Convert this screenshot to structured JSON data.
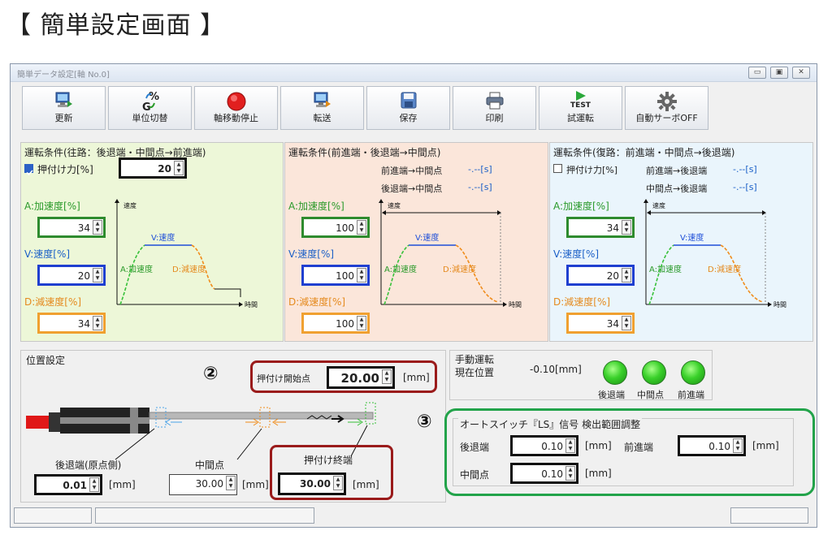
{
  "page": {
    "heading": "【 簡単設定画面 】"
  },
  "window": {
    "title": "簡単データ設定[軸 No.0]",
    "controls": [
      "▭",
      "▣",
      "✕"
    ]
  },
  "toolbar": [
    {
      "id": "update",
      "label": "更新",
      "icon": "monitor-icon"
    },
    {
      "id": "unit",
      "label": "単位切替",
      "icon": "unit-toggle-icon"
    },
    {
      "id": "stop",
      "label": "軸移動停止",
      "icon": "stop-icon",
      "color": "#d81e1e"
    },
    {
      "id": "transfer",
      "label": "転送",
      "icon": "transfer-icon"
    },
    {
      "id": "save",
      "label": "保存",
      "icon": "save-icon"
    },
    {
      "id": "print",
      "label": "印刷",
      "icon": "print-icon"
    },
    {
      "id": "test",
      "label": "試運転",
      "icon_text": "TEST",
      "icon": "play-icon",
      "color": "#2aa83a"
    },
    {
      "id": "servo",
      "label": "自動サーボOFF",
      "icon": "gear-icon"
    }
  ],
  "panels": {
    "forward": {
      "title": "運転条件(往路：後退端・中間点→前進端)",
      "push_checkbox_label": "押付け力[%]",
      "push_checked": true,
      "push_value": "20",
      "accel_label": "A:加速度[%]",
      "accel_value": "34",
      "speed_label": "V:速度[%]",
      "speed_value": "20",
      "decel_label": "D:減速度[%]",
      "decel_value": "34",
      "chart": {
        "y_label": "速度",
        "x_label": "時間",
        "v_label": "V:速度",
        "a_label": "A:加速度",
        "d_label": "D:減速度"
      },
      "bg": "#edf7d8"
    },
    "middle": {
      "title": "運転条件(前進端・後退端→中間点)",
      "line1_label": "前進端→中間点",
      "line1_value": "-.--[s]",
      "line2_label": "後退端→中間点",
      "line2_value": "-.--[s]",
      "accel_label": "A:加速度[%]",
      "accel_value": "100",
      "speed_label": "V:速度[%]",
      "speed_value": "100",
      "decel_label": "D:減速度[%]",
      "decel_value": "100",
      "chart": {
        "y_label": "速度",
        "x_label": "時間",
        "v_label": "V:速度",
        "a_label": "A:加速度",
        "d_label": "D:減速度"
      },
      "bg": "#fbe6da"
    },
    "backward": {
      "title": "運転条件(復路：前進端・中間点→後退端)",
      "push_checkbox_label": "押付け力[%]",
      "push_checked": false,
      "line1_label": "前進端→後退端",
      "line1_value": "-.--[s]",
      "line2_label": "中間点→後退端",
      "line2_value": "-.--[s]",
      "accel_label": "A:加速度[%]",
      "accel_value": "34",
      "speed_label": "V:速度[%]",
      "speed_value": "20",
      "decel_label": "D:減速度[%]",
      "decel_value": "34",
      "chart": {
        "y_label": "速度",
        "x_label": "時間",
        "v_label": "V:速度",
        "a_label": "A:加速度",
        "d_label": "D:減速度"
      },
      "bg": "#eaf5fc"
    }
  },
  "position": {
    "title": "位置設定",
    "marker2": "②",
    "push_start_label": "押付け開始点",
    "push_start_value": "20.00",
    "push_start_unit": "[mm]",
    "back_label": "後退端(原点側)",
    "back_value": "0.01",
    "back_unit": "[mm]",
    "mid_label": "中間点",
    "mid_value": "30.00",
    "mid_unit": "[mm]",
    "push_end_label": "押付け終端",
    "push_end_value": "30.00",
    "push_end_unit": "[mm]"
  },
  "manual": {
    "title": "手動運転",
    "current_label": "現在位置",
    "current_value": "-0.10[mm]",
    "leds": [
      "後退端",
      "中間点",
      "前進端"
    ]
  },
  "autoswitch": {
    "marker3": "③",
    "title": "オートスイッチ『LS』信号 検出範囲調整",
    "back_label": "後退端",
    "back_value": "0.10",
    "back_unit": "[mm]",
    "front_label": "前進端",
    "front_value": "0.10",
    "front_unit": "[mm]",
    "mid_label": "中間点",
    "mid_value": "0.10",
    "mid_unit": "[mm]"
  }
}
